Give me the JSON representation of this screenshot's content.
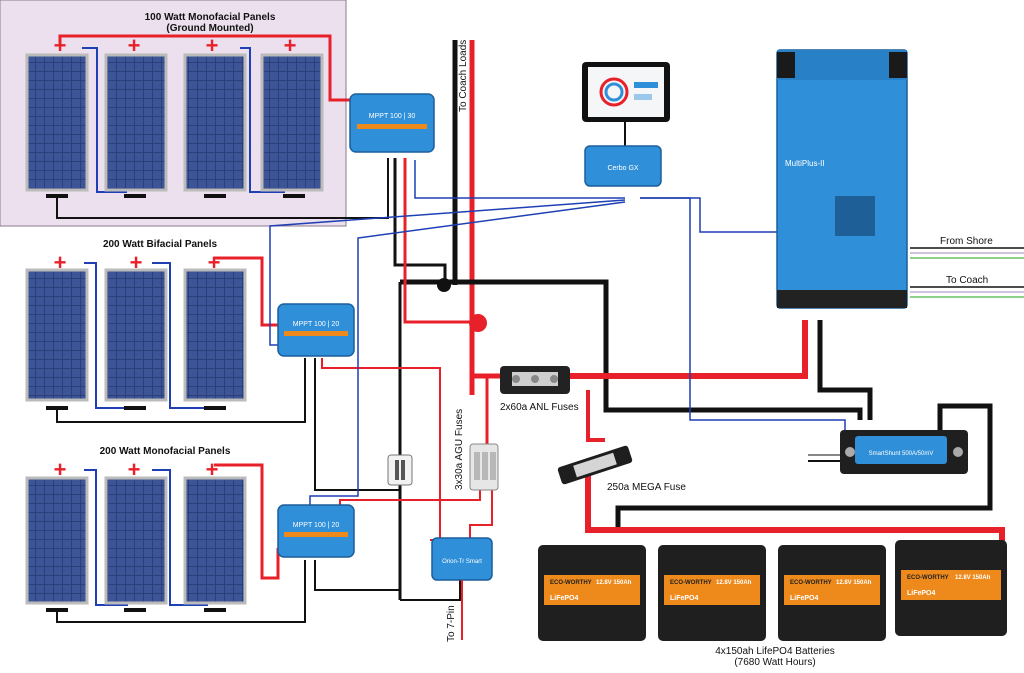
{
  "colors": {
    "positive": "#e8202a",
    "negative": "#111111",
    "data_wire": "#1f3fb5",
    "victron_blue": "#2f8fd8",
    "battery_orange": "#ee8a1c",
    "battery_body": "#1f1f1f",
    "ground_area": "#ece0ee"
  },
  "labels": {
    "group1_title": "100 Watt Monofacial Panels",
    "group1_subtitle": "(Ground Mounted)",
    "group2_title": "200 Watt Bifacial Panels",
    "group3_title": "200 Watt Monofacial Panels",
    "to_coach_loads": "To Coach Loads",
    "anl_fuses": "2x60a ANL Fuses",
    "mega_fuse": "250a MEGA Fuse",
    "agu_fuses": "3x30a AGU Fuses",
    "to_7pin": "To 7-Pin",
    "from_shore": "From Shore",
    "to_coach": "To Coach",
    "batteries": "4x150ah LifePO4 Batteries",
    "batteries_sub": "(7680 Watt Hours)"
  },
  "devices": {
    "mppt_top": "MPPT 100 | 30",
    "mppt_mid": "MPPT 100 | 20",
    "mppt_bot": "MPPT 100 | 20",
    "multiplus": "MultiPlus-II",
    "cerbo": "Cerbo GX",
    "shunt": "SmartShunt 500A/50mV",
    "orion": "Orion-Tr Smart"
  },
  "battery_cells": [
    {
      "brand": "ECO-WORTHY",
      "chem": "LiFePO4",
      "spec": "12.8V 150Ah"
    },
    {
      "brand": "ECO-WORTHY",
      "chem": "LiFePO4",
      "spec": "12.8V 150Ah"
    },
    {
      "brand": "ECO-WORTHY",
      "chem": "LiFePO4",
      "spec": "12.8V 150Ah"
    },
    {
      "brand": "ECO-WORTHY",
      "chem": "LiFePO4",
      "spec": "12.8V 150Ah"
    }
  ],
  "symbols": {
    "plus": "+"
  }
}
